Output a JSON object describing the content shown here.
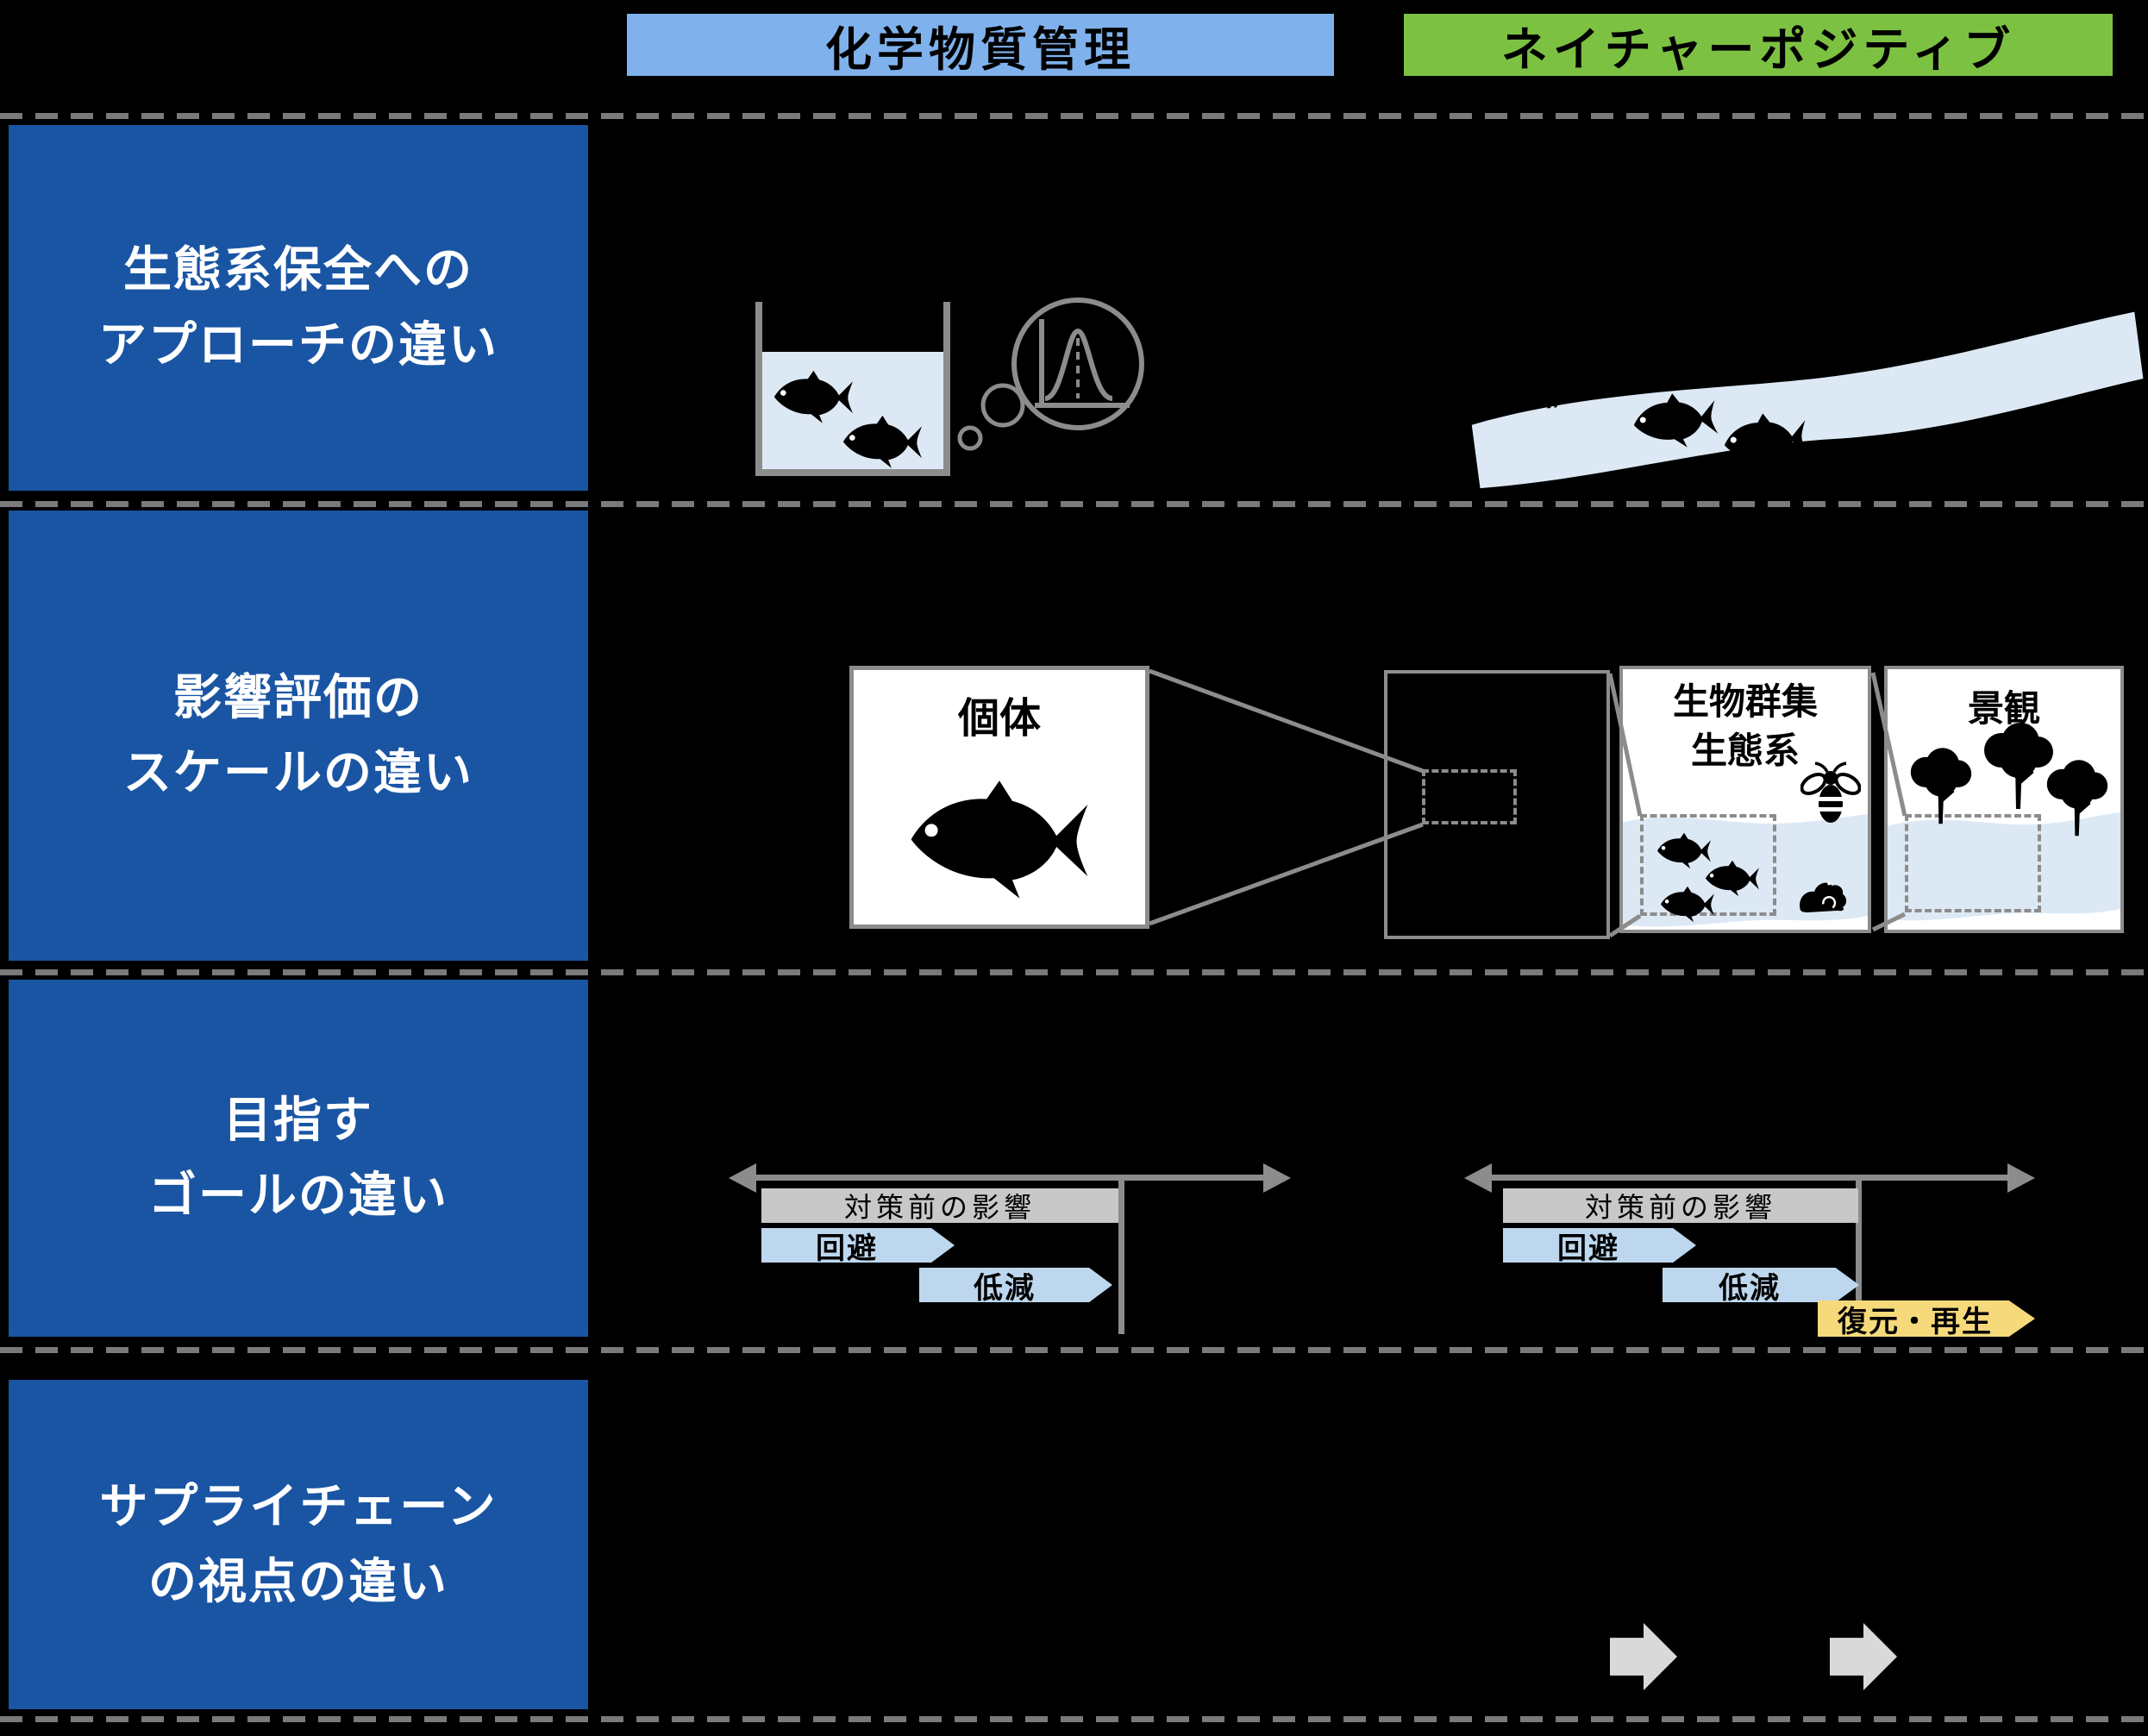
{
  "headers": {
    "chemical": "化学物質管理",
    "nature_positive": "ネイチャーポジティブ"
  },
  "row_labels": [
    {
      "line1": "生態系保全への",
      "line2": "アプローチの違い"
    },
    {
      "line1": "影響評価の",
      "line2": "スケールの違い"
    },
    {
      "line1": "目指す",
      "line2": "ゴールの違い"
    },
    {
      "line1": "サプライチェーン",
      "line2": "の視点の違い"
    }
  ],
  "scale_row": {
    "individual_label": "個体",
    "community_label_line1": "生物群集",
    "community_label_line2": "生態系",
    "landscape_label": "景観"
  },
  "goal_row": {
    "chemical": {
      "pre_impact": "対策前の影響",
      "avoid": "回避",
      "reduce": "低減"
    },
    "nature_positive": {
      "pre_impact": "対策前の影響",
      "avoid": "回避",
      "reduce": "低減",
      "restore": "復元・再生"
    }
  },
  "icons": {
    "fish": "fish-icon",
    "beaker": "beaker-icon",
    "thought_bubble": "thought-bubble-icon",
    "bell_curve": "bell-curve-icon",
    "river": "river-icon",
    "bee": "bee-icon",
    "frog": "frog-icon",
    "tree": "tree-icon",
    "supply_arrow": "right-arrow-icon"
  },
  "colors": {
    "background": "#000000",
    "chemical_header_bg": "#7FB2EC",
    "nature_header_bg": "#7DC142",
    "row_label_bg": "#1A55A4",
    "water_blue": "#DCE9F5",
    "mitigation_blue": "#BDD7EE",
    "pre_impact_gray": "#C8C8C8",
    "restore_yellow": "#F6D97A",
    "line_gray": "#8C8C8C",
    "supply_arrow_gray": "#D9D9D9"
  }
}
